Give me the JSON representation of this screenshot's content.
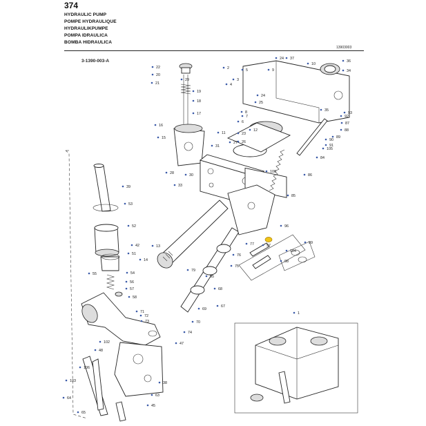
{
  "header": {
    "page_number": "374",
    "title_lines": [
      "HYDRAULIC PUMP",
      "POMPE HYDRAULIQUE",
      "HYDRAULIKPUMPE",
      "POMPA IDRAULICA",
      "BOMBA HIDRAULICA"
    ],
    "doc_code": "13903003",
    "reference": "3-1390-003-A"
  },
  "callouts": [
    "1",
    "2",
    "3",
    "4",
    "5",
    "6",
    "7",
    "8",
    "9",
    "10",
    "11",
    "12",
    "13",
    "14",
    "15",
    "16",
    "17",
    "18",
    "19",
    "20",
    "21",
    "22",
    "23",
    "24",
    "25",
    "26",
    "27",
    "28",
    "29",
    "30",
    "31",
    "33",
    "34",
    "35",
    "36",
    "37",
    "38",
    "39",
    "42",
    "45",
    "47",
    "48",
    "51",
    "52",
    "53",
    "54",
    "55",
    "56",
    "57",
    "58",
    "63",
    "64",
    "65",
    "67",
    "68",
    "69",
    "70",
    "71",
    "72",
    "73",
    "74",
    "75",
    "76",
    "77",
    "79",
    "84",
    "85",
    "86",
    "87",
    "88",
    "89",
    "90",
    "91",
    "92",
    "93",
    "95",
    "96",
    "97",
    "98",
    "99",
    "100",
    "102",
    "103",
    "104",
    "105",
    "106"
  ],
  "colors": {
    "line": "#222222",
    "callout_dot": "#3a5aa8",
    "highlight": "#f0c419"
  }
}
